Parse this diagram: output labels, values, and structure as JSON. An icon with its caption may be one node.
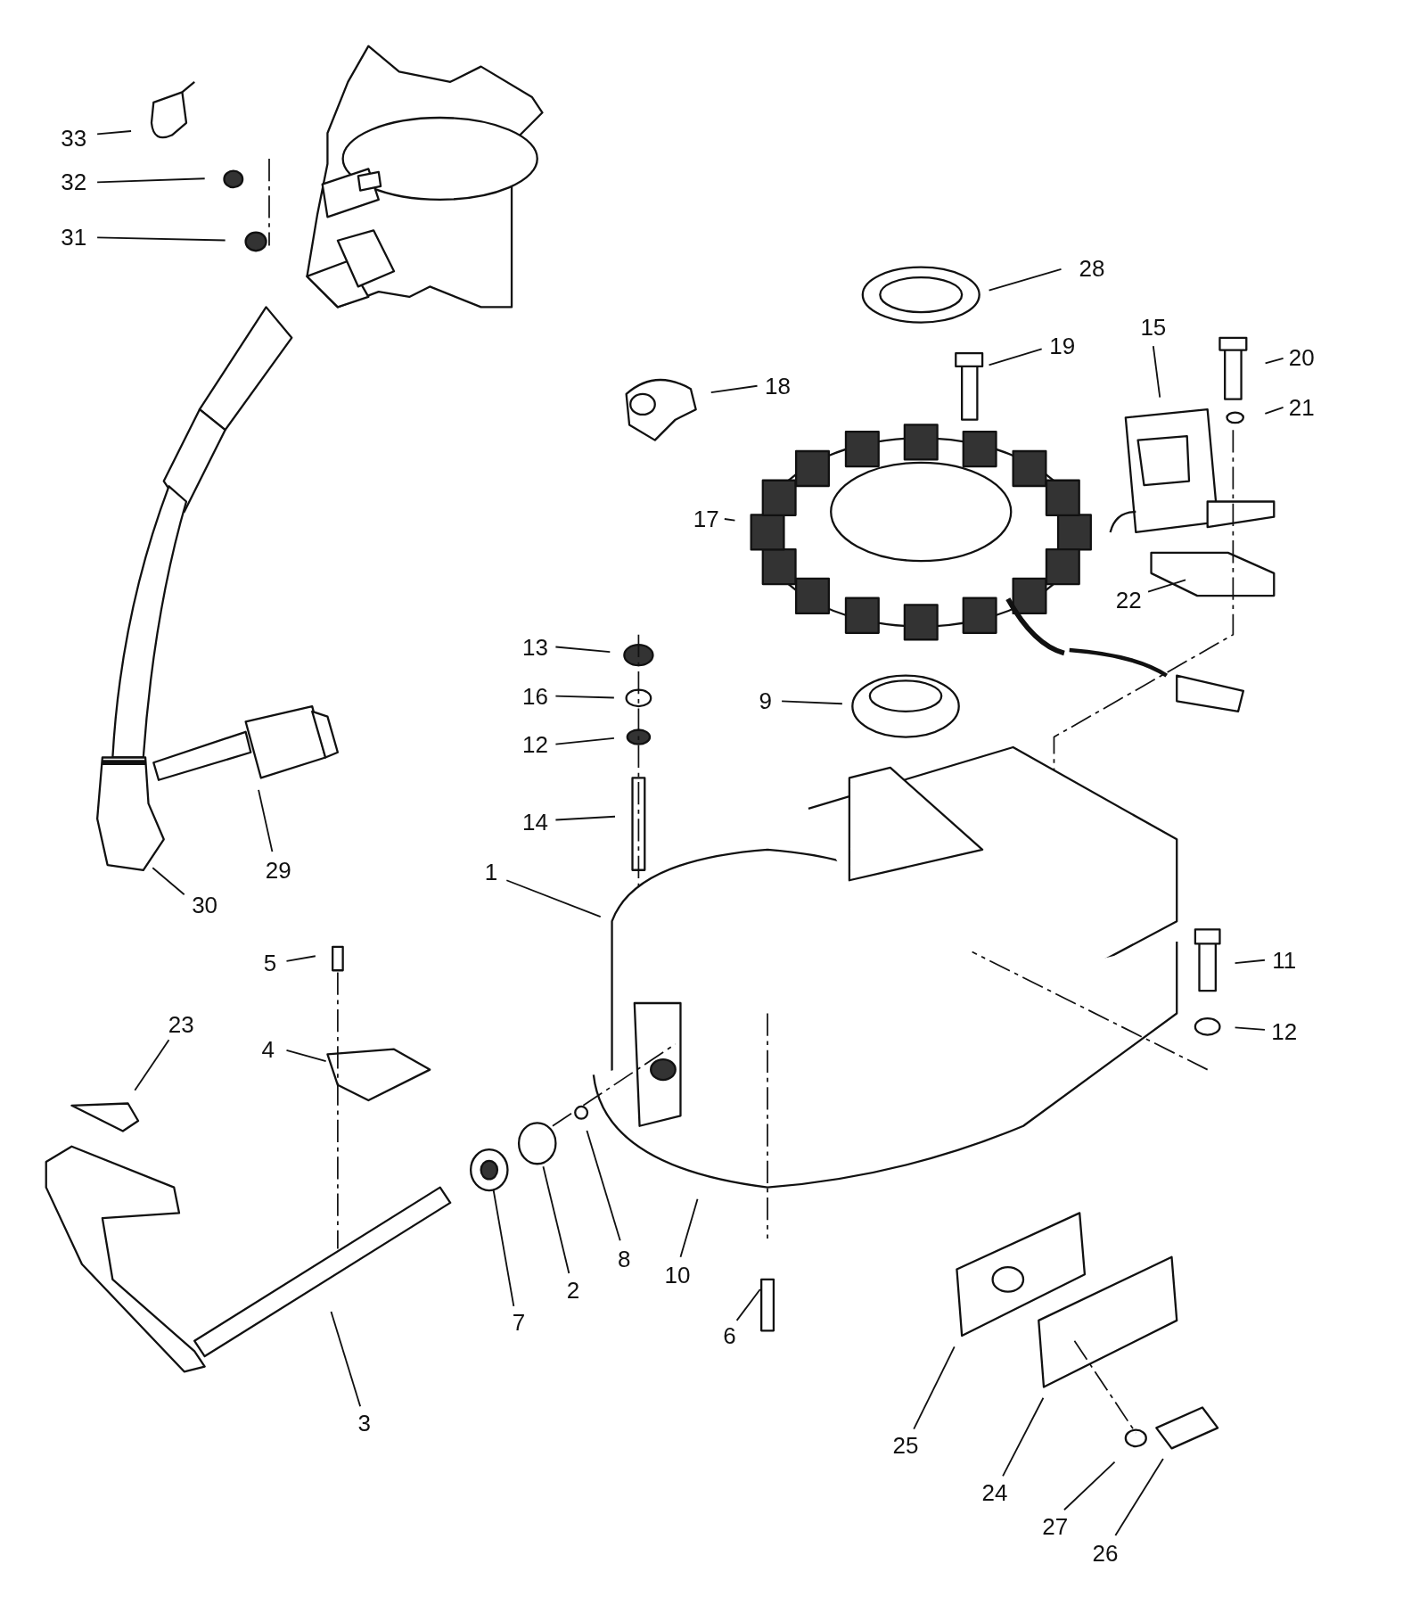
{
  "diagram": {
    "nodes": [
      {
        "text": [
          "33"
        ]
      },
      {
        "text": [
          "32"
        ]
      },
      {
        "text": [
          "31"
        ]
      },
      {
        "text": [
          "28"
        ]
      },
      {
        "text": [
          "15"
        ]
      },
      {
        "text": [
          "19"
        ]
      },
      {
        "text": [
          "20"
        ]
      },
      {
        "text": [
          "18"
        ]
      },
      {
        "text": [
          "21"
        ]
      },
      {
        "text": [
          "17"
        ]
      },
      {
        "text": [
          "22"
        ]
      },
      {
        "text": [
          "13"
        ]
      },
      {
        "text": [
          "16"
        ]
      },
      {
        "text": [
          "9"
        ]
      },
      {
        "text": [
          "12"
        ]
      },
      {
        "text": [
          "14"
        ]
      },
      {
        "text": [
          "29"
        ]
      },
      {
        "text": [
          "1"
        ]
      },
      {
        "text": [
          "30"
        ]
      },
      {
        "text": [
          "11"
        ]
      },
      {
        "text": [
          "5"
        ]
      },
      {
        "text": [
          "23"
        ]
      },
      {
        "text": [
          "12"
        ]
      },
      {
        "text": [
          "4"
        ]
      },
      {
        "text": [
          "8"
        ]
      },
      {
        "text": [
          "10"
        ]
      },
      {
        "text": [
          "2"
        ]
      },
      {
        "text": [
          "7"
        ]
      },
      {
        "text": [
          "6"
        ]
      },
      {
        "text": [
          "3"
        ]
      },
      {
        "text": [
          "25"
        ]
      },
      {
        "text": [
          "24"
        ]
      },
      {
        "text": [
          "27"
        ]
      },
      {
        "text": [
          "26"
        ]
      }
    ],
    "edges": [
      {
        "from": 0,
        "to": null,
        "arrow": "none"
      },
      {
        "from": 1,
        "to": null,
        "arrow": "none"
      },
      {
        "from": 2,
        "to": null,
        "arrow": "none"
      },
      {
        "from": 3,
        "to": null,
        "arrow": "none"
      },
      {
        "from": 4,
        "to": null,
        "arrow": "none"
      },
      {
        "from": 5,
        "to": null,
        "arrow": "none"
      },
      {
        "from": 6,
        "to": null,
        "arrow": "none"
      },
      {
        "from": 7,
        "to": null,
        "arrow": "none"
      },
      {
        "from": 8,
        "to": null,
        "arrow": "none"
      },
      {
        "from": 9,
        "to": null,
        "arrow": "none"
      },
      {
        "from": 10,
        "to": null,
        "arrow": "none"
      },
      {
        "from": 11,
        "to": null,
        "arrow": "none"
      },
      {
        "from": 12,
        "to": null,
        "arrow": "none"
      },
      {
        "from": 13,
        "to": null,
        "arrow": "none"
      },
      {
        "from": 14,
        "to": null,
        "arrow": "none"
      },
      {
        "from": 15,
        "to": null,
        "arrow": "none"
      },
      {
        "from": 16,
        "to": null,
        "arrow": "none"
      },
      {
        "from": 17,
        "to": null,
        "arrow": "none"
      },
      {
        "from": 18,
        "to": null,
        "arrow": "none"
      },
      {
        "from": 19,
        "to": null,
        "arrow": "none"
      },
      {
        "from": 20,
        "to": null,
        "arrow": "none"
      },
      {
        "from": 21,
        "to": null,
        "arrow": "none"
      },
      {
        "from": 22,
        "to": null,
        "arrow": "none"
      },
      {
        "from": 23,
        "to": null,
        "arrow": "none"
      },
      {
        "from": 24,
        "to": null,
        "arrow": "none"
      },
      {
        "from": 25,
        "to": null,
        "arrow": "none"
      },
      {
        "from": 26,
        "to": null,
        "arrow": "none"
      },
      {
        "from": 27,
        "to": null,
        "arrow": "none"
      },
      {
        "from": 28,
        "to": null,
        "arrow": "none"
      },
      {
        "from": 29,
        "to": null,
        "arrow": "none"
      },
      {
        "from": 30,
        "to": null,
        "arrow": "none"
      },
      {
        "from": 31,
        "to": null,
        "arrow": "none"
      },
      {
        "from": 32,
        "to": null,
        "arrow": "none"
      },
      {
        "from": 33,
        "to": null,
        "arrow": "none"
      }
    ]
  }
}
